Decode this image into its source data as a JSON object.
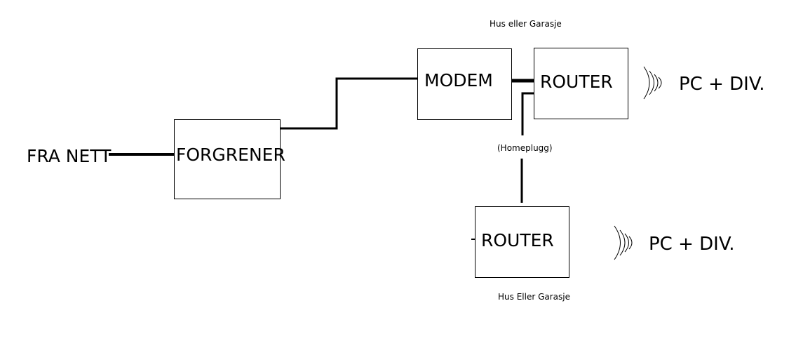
{
  "labels": {
    "source": "FRA NETT",
    "splitter": "FORGRENER",
    "modem": "MODEM",
    "router_top": "ROUTER",
    "router_bottom": "ROUTER",
    "devices_top": "PC + DIV.",
    "devices_bottom": "PC + DIV.",
    "location_top": "Hus eller Garasje",
    "location_bottom": "Hus Eller Garasje",
    "link": "(Homeplugg)"
  },
  "colors": {
    "stroke": "#000000",
    "background": "#ffffff"
  }
}
